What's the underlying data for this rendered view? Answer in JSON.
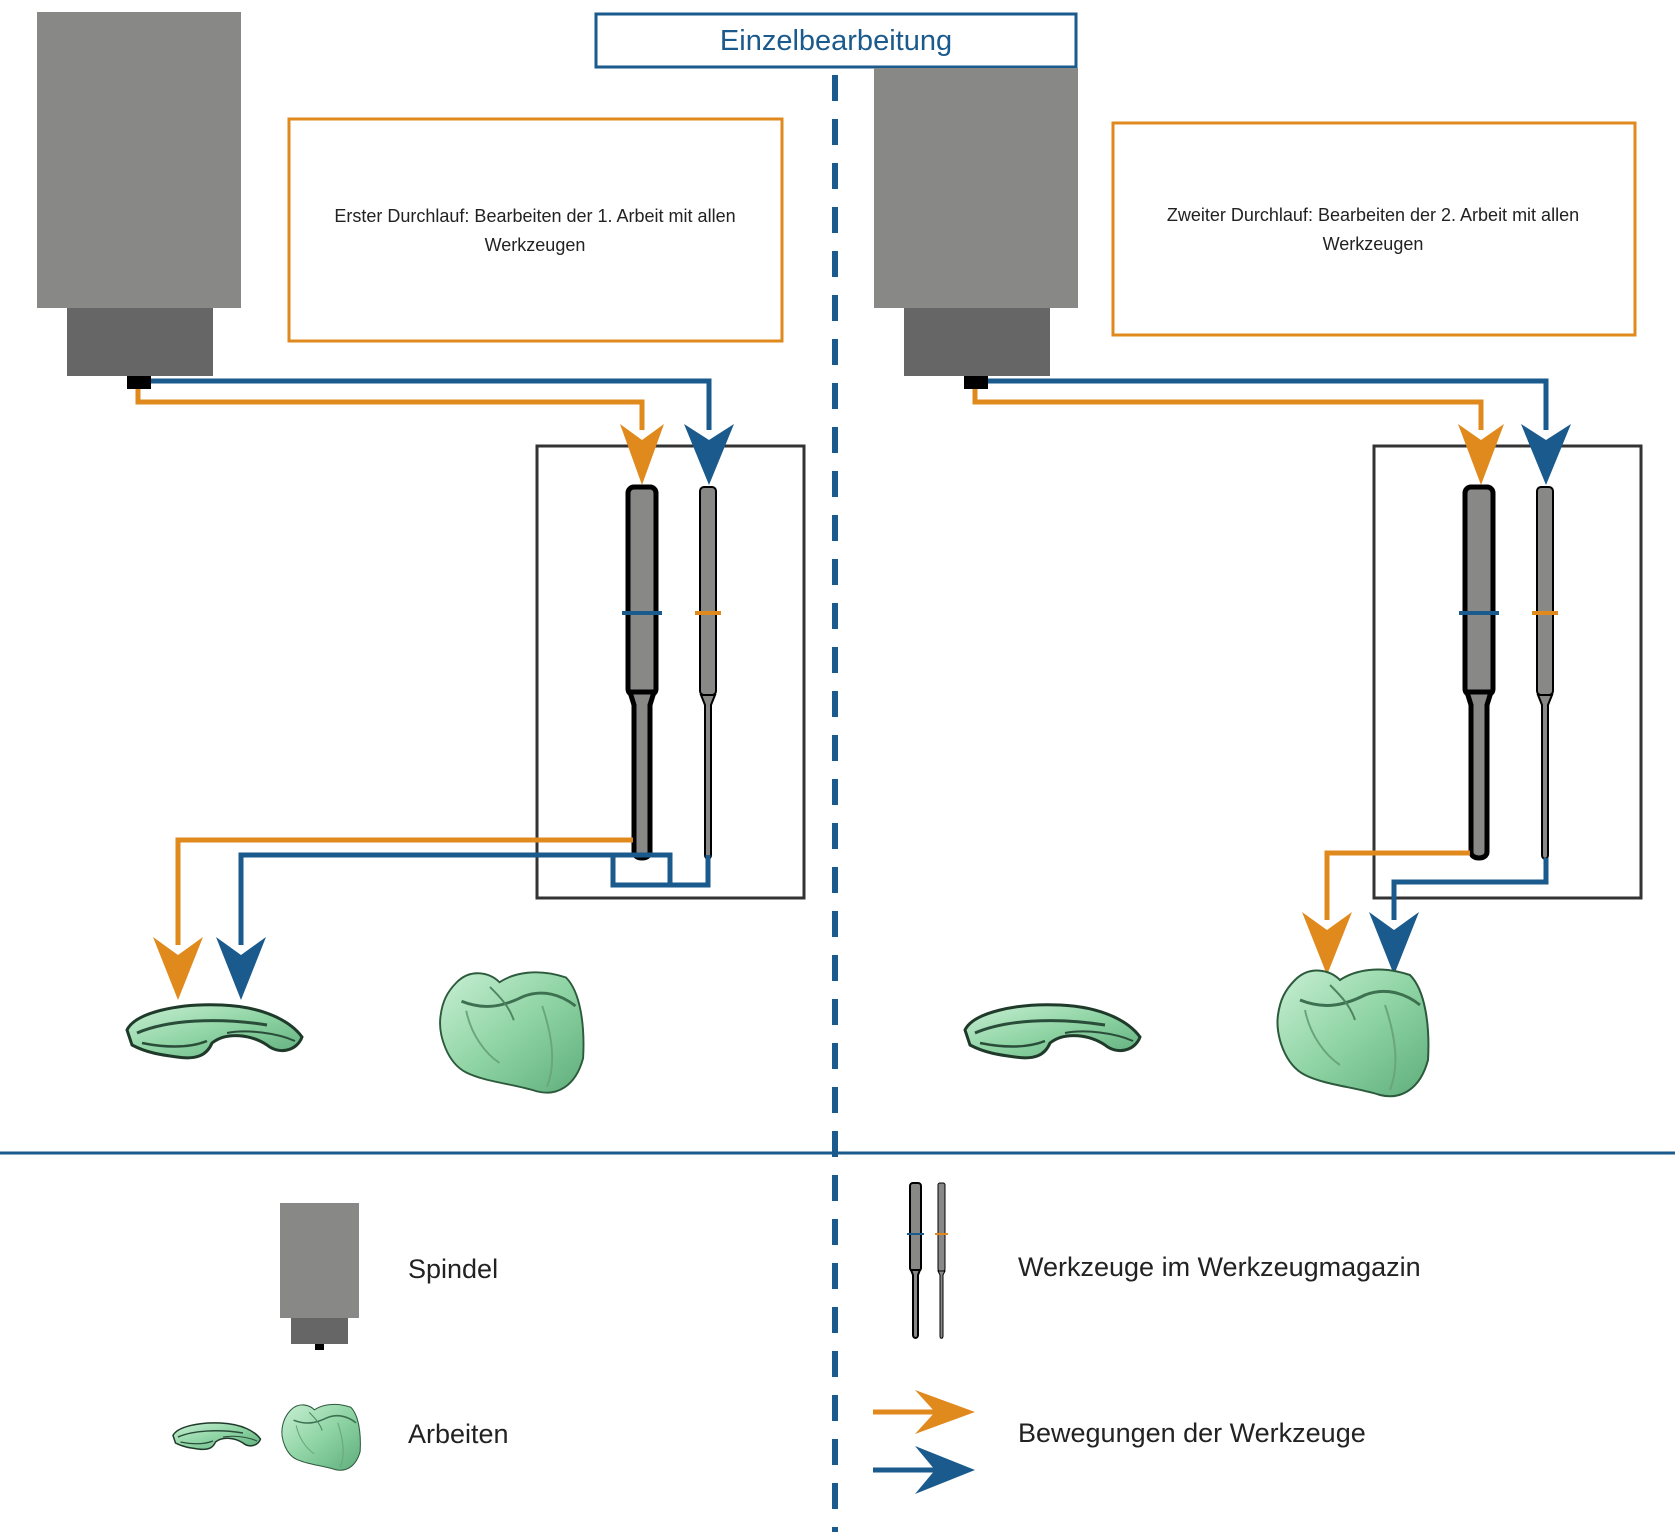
{
  "title": "Einzelbearbeitung",
  "panels": [
    {
      "caption_line1": "Erster Durchlauf: Bearbeiten der 1. Arbeit mit allen",
      "caption_line2": "Werkzeugen"
    },
    {
      "caption_line1": "Zweiter Durchlauf: Bearbeiten der 2. Arbeit mit allen",
      "caption_line2": "Werkzeugen"
    }
  ],
  "legend": {
    "spindle": "Spindel",
    "workpieces": "Arbeiten",
    "tools": "Werkzeuge im Werkzeugmagazin",
    "movements": "Bewegungen der Werkzeuge"
  },
  "colors": {
    "orange": "#e08a1e",
    "blue": "#1a5a8c",
    "spindle_body": "#888887",
    "spindle_base": "#666666",
    "tooth_green": "#8fd4a4",
    "frame": "#333333"
  },
  "icons": [
    "spindle-icon",
    "tool-magazine-icon",
    "tool-icon",
    "inlay-icon",
    "crown-icon",
    "arrow-icon"
  ]
}
